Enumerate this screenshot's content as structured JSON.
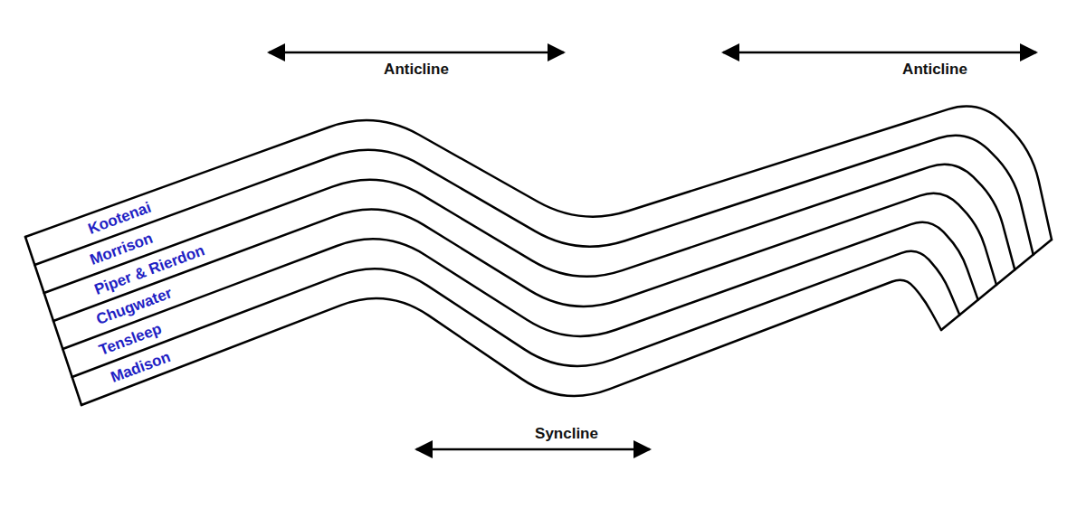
{
  "diagram": {
    "labels": [
      "Anticline",
      "Anticline",
      "Syncline",
      "Kootenai",
      "Morrison",
      "Piper & Rierdon",
      "Chugwater",
      "Tensleep",
      "Madison"
    ]
  }
}
